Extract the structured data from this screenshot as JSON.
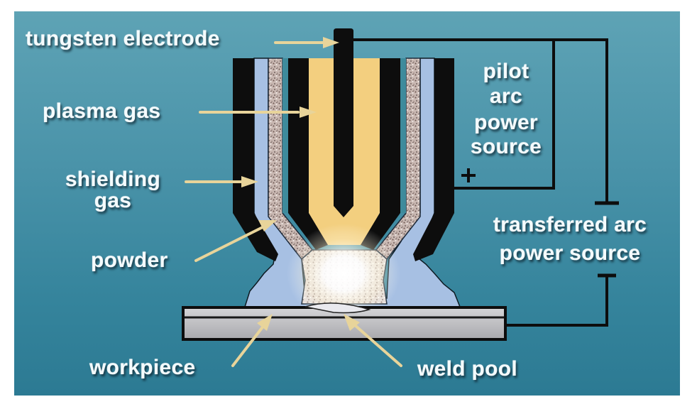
{
  "diagram": {
    "title": "Plasma transferred arc welding torch",
    "labels": {
      "tungsten_electrode": "tungsten electrode",
      "plasma_gas": "plasma gas",
      "shielding_gas_line1": "shielding",
      "shielding_gas_line2": "gas",
      "powder": "powder",
      "workpiece": "workpiece",
      "weld_pool": "weld pool",
      "pilot_line1": "pilot",
      "pilot_line2": "arc",
      "pilot_line3": "power",
      "pilot_line4": "source",
      "pilot_polarity": "+",
      "transferred_line1": "transferred arc",
      "transferred_line2": "power source"
    },
    "colors": {
      "background_top": "#5ea3b5",
      "background_bottom": "#2c7a93",
      "torch_body": "#0d0d0d",
      "plasma_gas": "#f3cf7f",
      "shielding_gas": "#a7c0e3",
      "powder": "#b9a6a0",
      "workpiece": "#b8b8bc",
      "arrow": "#e8d49a",
      "label_text": "#f4fbfd"
    }
  }
}
